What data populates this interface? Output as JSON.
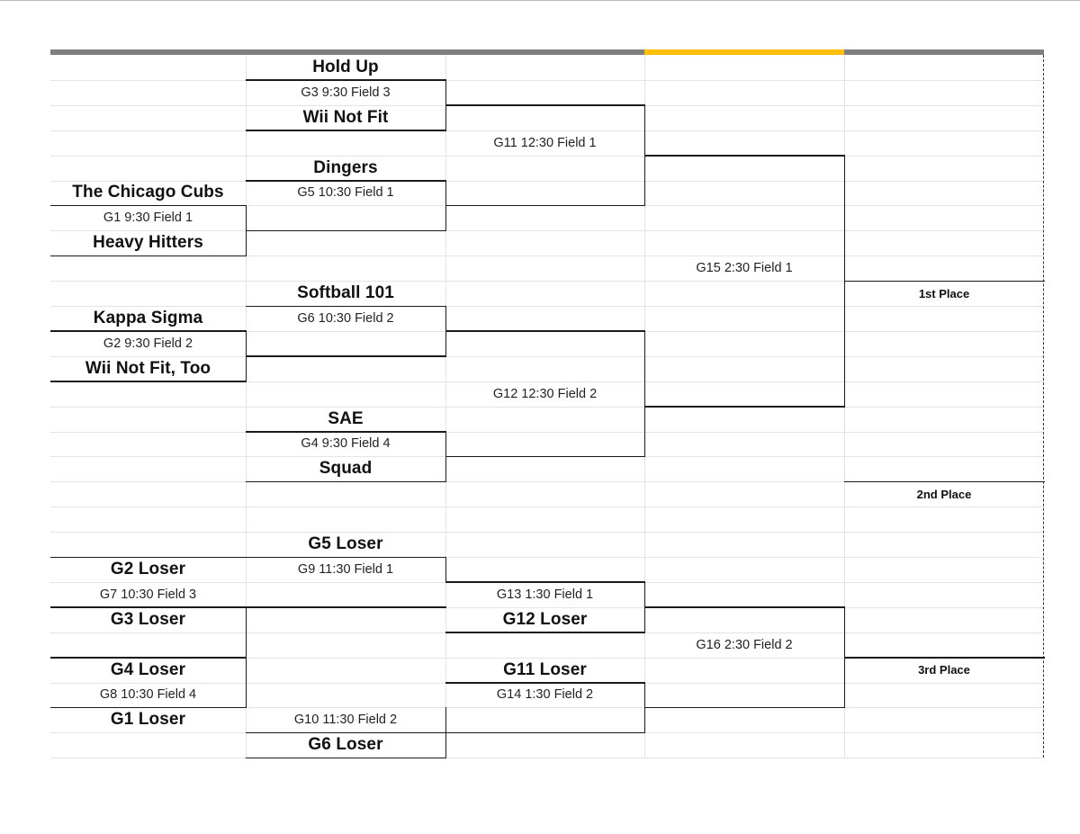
{
  "bracket": {
    "teams": {
      "hold_up": "Hold Up",
      "wii_not_fit": "Wii Not Fit",
      "dingers": "Dingers",
      "chicago_cubs": "The Chicago Cubs",
      "heavy_hitters": "Heavy Hitters",
      "softball_101": "Softball 101",
      "kappa_sigma": "Kappa Sigma",
      "wii_not_fit_too": "Wii Not Fit, Too",
      "sae": "SAE",
      "squad": "Squad"
    },
    "games": {
      "g1": "G1 9:30 Field 1",
      "g2": "G2 9:30 Field 2",
      "g3": "G3 9:30 Field 3",
      "g4": "G4 9:30 Field 4",
      "g5": "G5 10:30 Field 1",
      "g6": "G6 10:30 Field 2",
      "g7": "G7 10:30 Field 3",
      "g8": "G8 10:30 Field 4",
      "g9": "G9 11:30 Field 1",
      "g10": "G10 11:30 Field 2",
      "g11": "G11 12:30 Field 1",
      "g12": "G12 12:30 Field 2",
      "g13": "G13 1:30 Field 1",
      "g14": "G14 1:30 Field 2",
      "g15": "G15 2:30 Field 1",
      "g16": "G16 2:30 Field 2"
    },
    "losers": {
      "g1": "G1 Loser",
      "g2": "G2 Loser",
      "g3": "G3 Loser",
      "g4": "G4 Loser",
      "g5": "G5 Loser",
      "g6": "G6 Loser",
      "g11": "G11 Loser",
      "g12": "G12 Loser"
    },
    "places": {
      "first": "1st Place",
      "second": "2nd Place",
      "third": "3rd Place"
    }
  },
  "colors": {
    "header_bar": "#7f7f7f",
    "selected_column_header": "#ffc000",
    "gridline": "#e3e3e3",
    "bracket_line": "#1a1a1a"
  }
}
